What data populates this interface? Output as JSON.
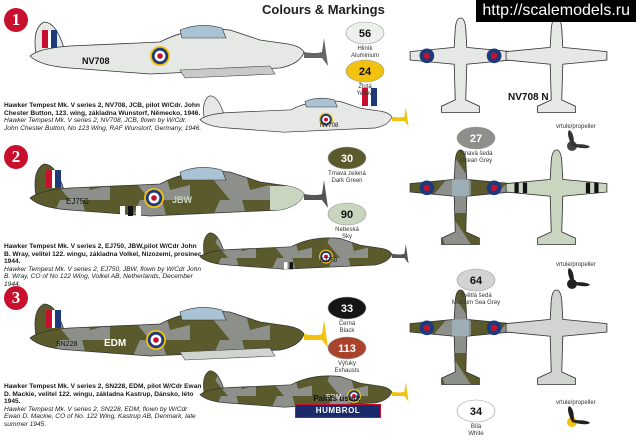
{
  "header": {
    "title": "Colours & Markings",
    "watermark": "http://scalemodels.ru"
  },
  "schemes": [
    {
      "number": "1",
      "desc_bold": "Hawker Tempest Mk. V series 2, NV708, JCB, pilot W/Cdr. John Chester Button, 123. wing, základna Wunstorf, Německo, 1946.",
      "desc_italic": "Hawker Tempest Mk. V series 2, NV708, JCB, flown by W/Cdr. John Chester Button, No 123 Wing, RAF Wunstorf, Germany, 1946.",
      "serial": "NV708",
      "underwing_serial": "NV708 N"
    },
    {
      "number": "2",
      "desc_bold": "Hawker Tempest Mk. V series 2, EJ750, JBW,pilot W/Cdr John B. Wray, velitel 122. wingu, základna Volkel, Nizozemí, prosinec 1944.",
      "desc_italic": "Hawker Tempest Mk. V series 2, EJ750, JBW, flown by W/Cdr John B. Wray, CO of No 122 Wing, Volkel AB, Netherlands, December 1944.",
      "serial": "EJ750",
      "code": "JBW"
    },
    {
      "number": "3",
      "desc_bold": "Hawker Tempest Mk. V series 2, SN228, EDM, pilot W/Cdr Ewan D. Mackie, velitel 122. wingu, základna Kastrup, Dánsko, léto 1945.",
      "desc_italic": "Hawker Tempest Mk. V series 2, SN228, EDM, flown by W/Cdr Ewan D. Mackie, CO of No. 122 Wing, Kastrup AB, Denmark, late summer 1945.",
      "serial": "SN228",
      "code": "EDM"
    }
  ],
  "colors": [
    {
      "num": "56",
      "cz": "Hliník",
      "en": "Aluminium",
      "hex": "#eef0ee"
    },
    {
      "num": "24",
      "cz": "Žlutá",
      "en": "Yellow",
      "hex": "#f2c20e"
    },
    {
      "num": "27",
      "cz": "Tmavá šedá",
      "en": "Ocean Grey",
      "hex": "#8c8f8a"
    },
    {
      "num": "30",
      "cz": "Tmavá zelená",
      "en": "Dark Green",
      "hex": "#5b5a2c"
    },
    {
      "num": "90",
      "cz": "Nebeská",
      "en": "Sky",
      "hex": "#c9d5bf"
    },
    {
      "num": "64",
      "cz": "Světlá šedá",
      "en": "Medium Sea Grey",
      "hex": "#d2d4d2"
    },
    {
      "num": "33",
      "cz": "Černá",
      "en": "Black",
      "hex": "#151515"
    },
    {
      "num": "113",
      "cz": "Výfuky",
      "en": "Exhausts",
      "hex": "#a9432c"
    },
    {
      "num": "34",
      "cz": "Bílá",
      "en": "White",
      "hex": "#ffffff"
    }
  ],
  "propeller_label": "vrtule/propeller",
  "footer": {
    "paints_used": "Paints used:",
    "brand": "HUMBROL"
  }
}
